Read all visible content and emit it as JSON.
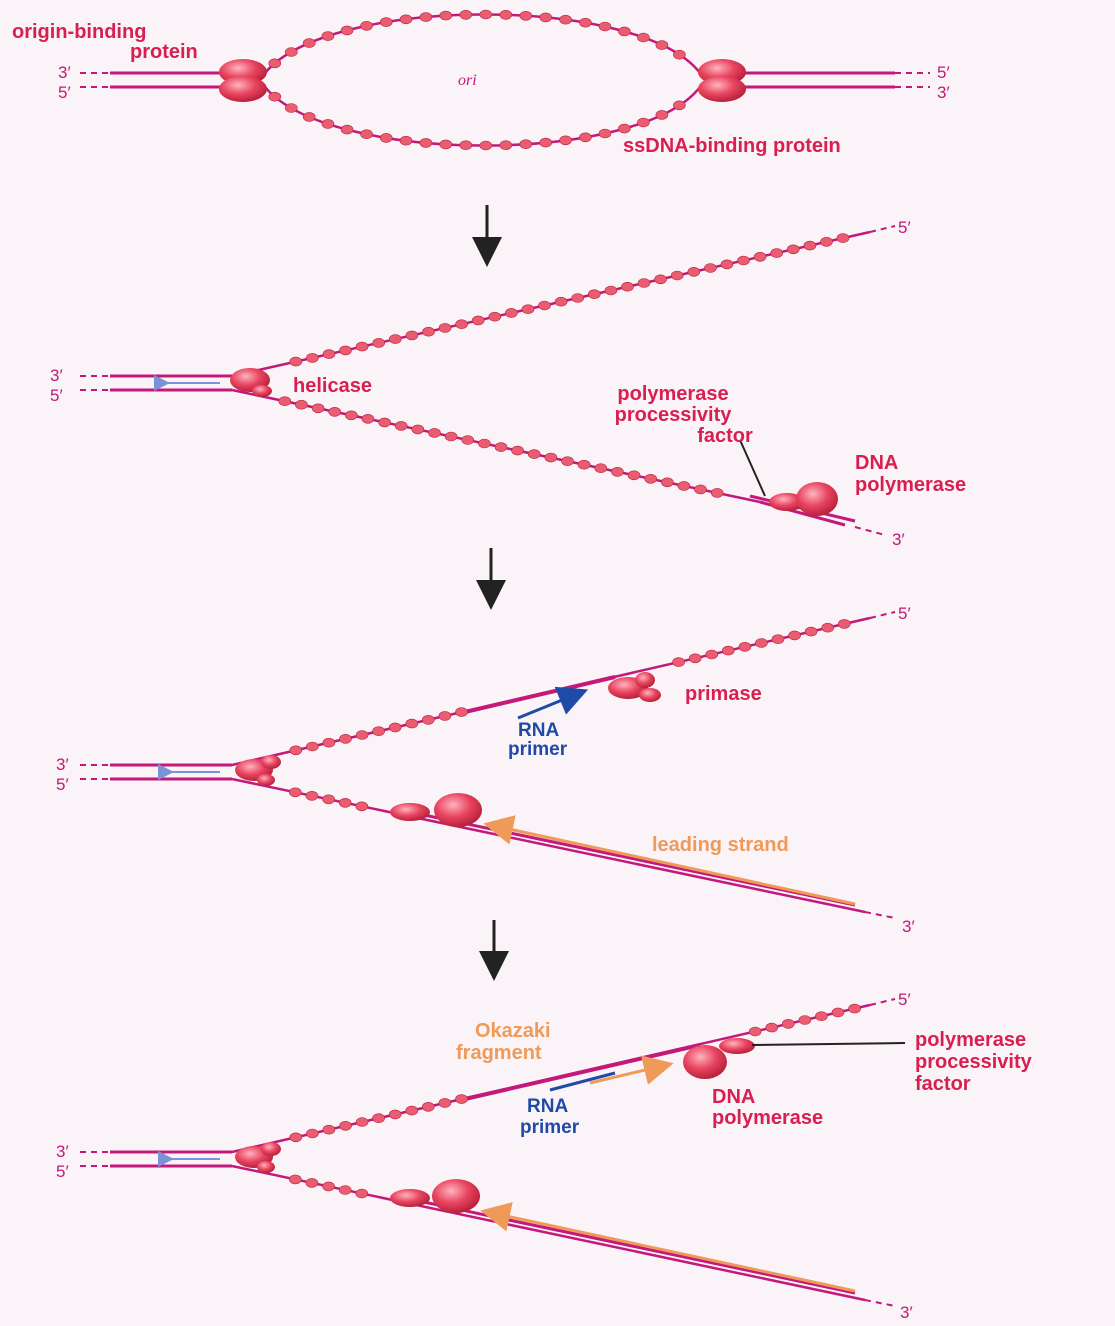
{
  "panel1": {
    "origin_binding_line1": "origin-binding",
    "origin_binding_line2": "protein",
    "ori": "ori",
    "ssdna_binding": "ssDNA-binding protein",
    "left_top_end": "3′",
    "left_bottom_end": "5′",
    "right_top_end": "5′",
    "right_bottom_end": "3′"
  },
  "panel2": {
    "left_top_end": "3′",
    "left_bottom_end": "5′",
    "upper_end": "5′",
    "lower_end": "3′",
    "helicase": "helicase",
    "processivity_line1": "polymerase",
    "processivity_line2": "processivity",
    "processivity_line3": "factor",
    "dna_pol_line1": "DNA",
    "dna_pol_line2": "polymerase"
  },
  "panel3": {
    "left_top_end": "3′",
    "left_bottom_end": "5′",
    "upper_end": "5′",
    "lower_end": "3′",
    "primase": "primase",
    "rna_primer_line1": "RNA",
    "rna_primer_line2": "primer",
    "leading_strand": "leading strand"
  },
  "panel4": {
    "left_top_end": "3′",
    "left_bottom_end": "5′",
    "upper_end": "5′",
    "lower_end": "3′",
    "okazaki_line1": "Okazaki",
    "okazaki_line2": "fragment",
    "rna_primer_line1": "RNA",
    "rna_primer_line2": "primer",
    "dna_pol_line1": "DNA",
    "dna_pol_line2": "polymerase",
    "processivity_line1": "polymerase",
    "processivity_line2": "processivity",
    "processivity_line3": "factor"
  },
  "colors": {
    "strand": "#c2197a",
    "protein": "#e8445f",
    "bead": "#e95c72",
    "label_red": "#d81f4f",
    "label_blue": "#1f4aa8",
    "label_orange": "#f09a5a",
    "step_arrow": "#222222"
  }
}
